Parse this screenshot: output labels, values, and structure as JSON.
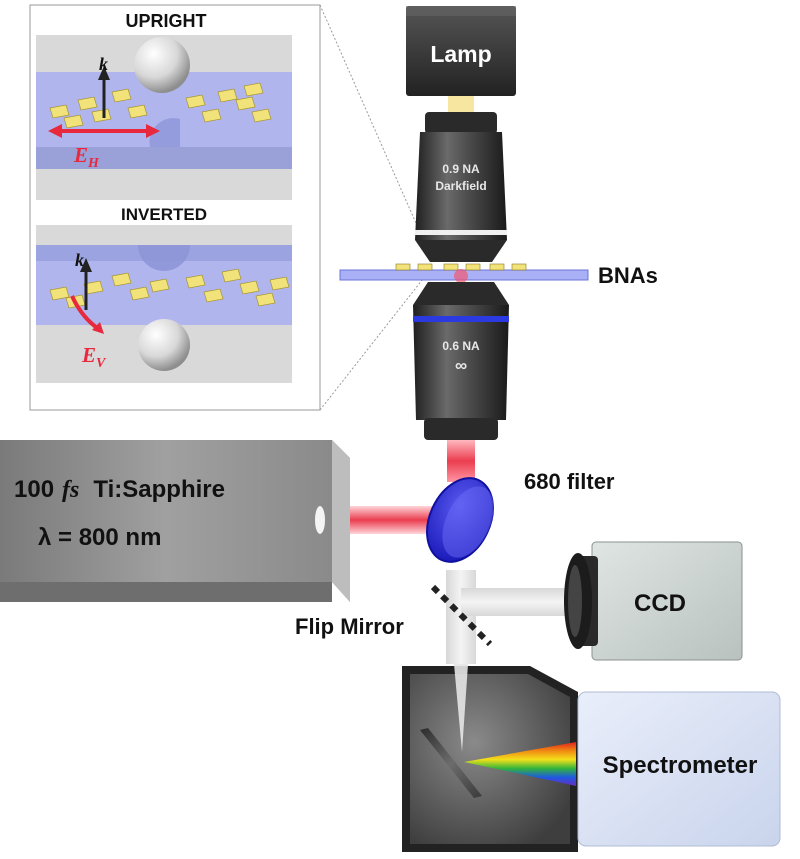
{
  "inset": {
    "upright_title": "UPRIGHT",
    "inverted_title": "INVERTED",
    "k_label": "k",
    "eh_main": "E",
    "eh_sub": "H",
    "ev_main": "E",
    "ev_sub": "V"
  },
  "components": {
    "lamp": "Lamp",
    "top_objective_line1": "0.9 NA",
    "top_objective_line2": "Darkfield",
    "sample_label": "BNAs",
    "bottom_objective_line1": "0.6 NA",
    "bottom_objective_line2": "∞",
    "laser_line1_a": "100",
    "laser_line1_fs": "fs",
    "laser_line1_b": "Ti:Sapphire",
    "laser_line2": "λ = 800 nm",
    "filter_label": "680 filter",
    "ccd_label": "CCD",
    "flip_mirror_label": "Flip Mirror",
    "spectrometer_label": "Spectrometer"
  },
  "colors": {
    "beam_red": "#e8283c",
    "objective_dark": "#3a3a3a",
    "filter_blue": "#2a2ad8",
    "band_blue": "#9aa3f0",
    "nanoantenna_gold": "#f2e27a",
    "laser_gray": "#8c8c8c",
    "spectrometer_blue": "#dde6f6"
  }
}
